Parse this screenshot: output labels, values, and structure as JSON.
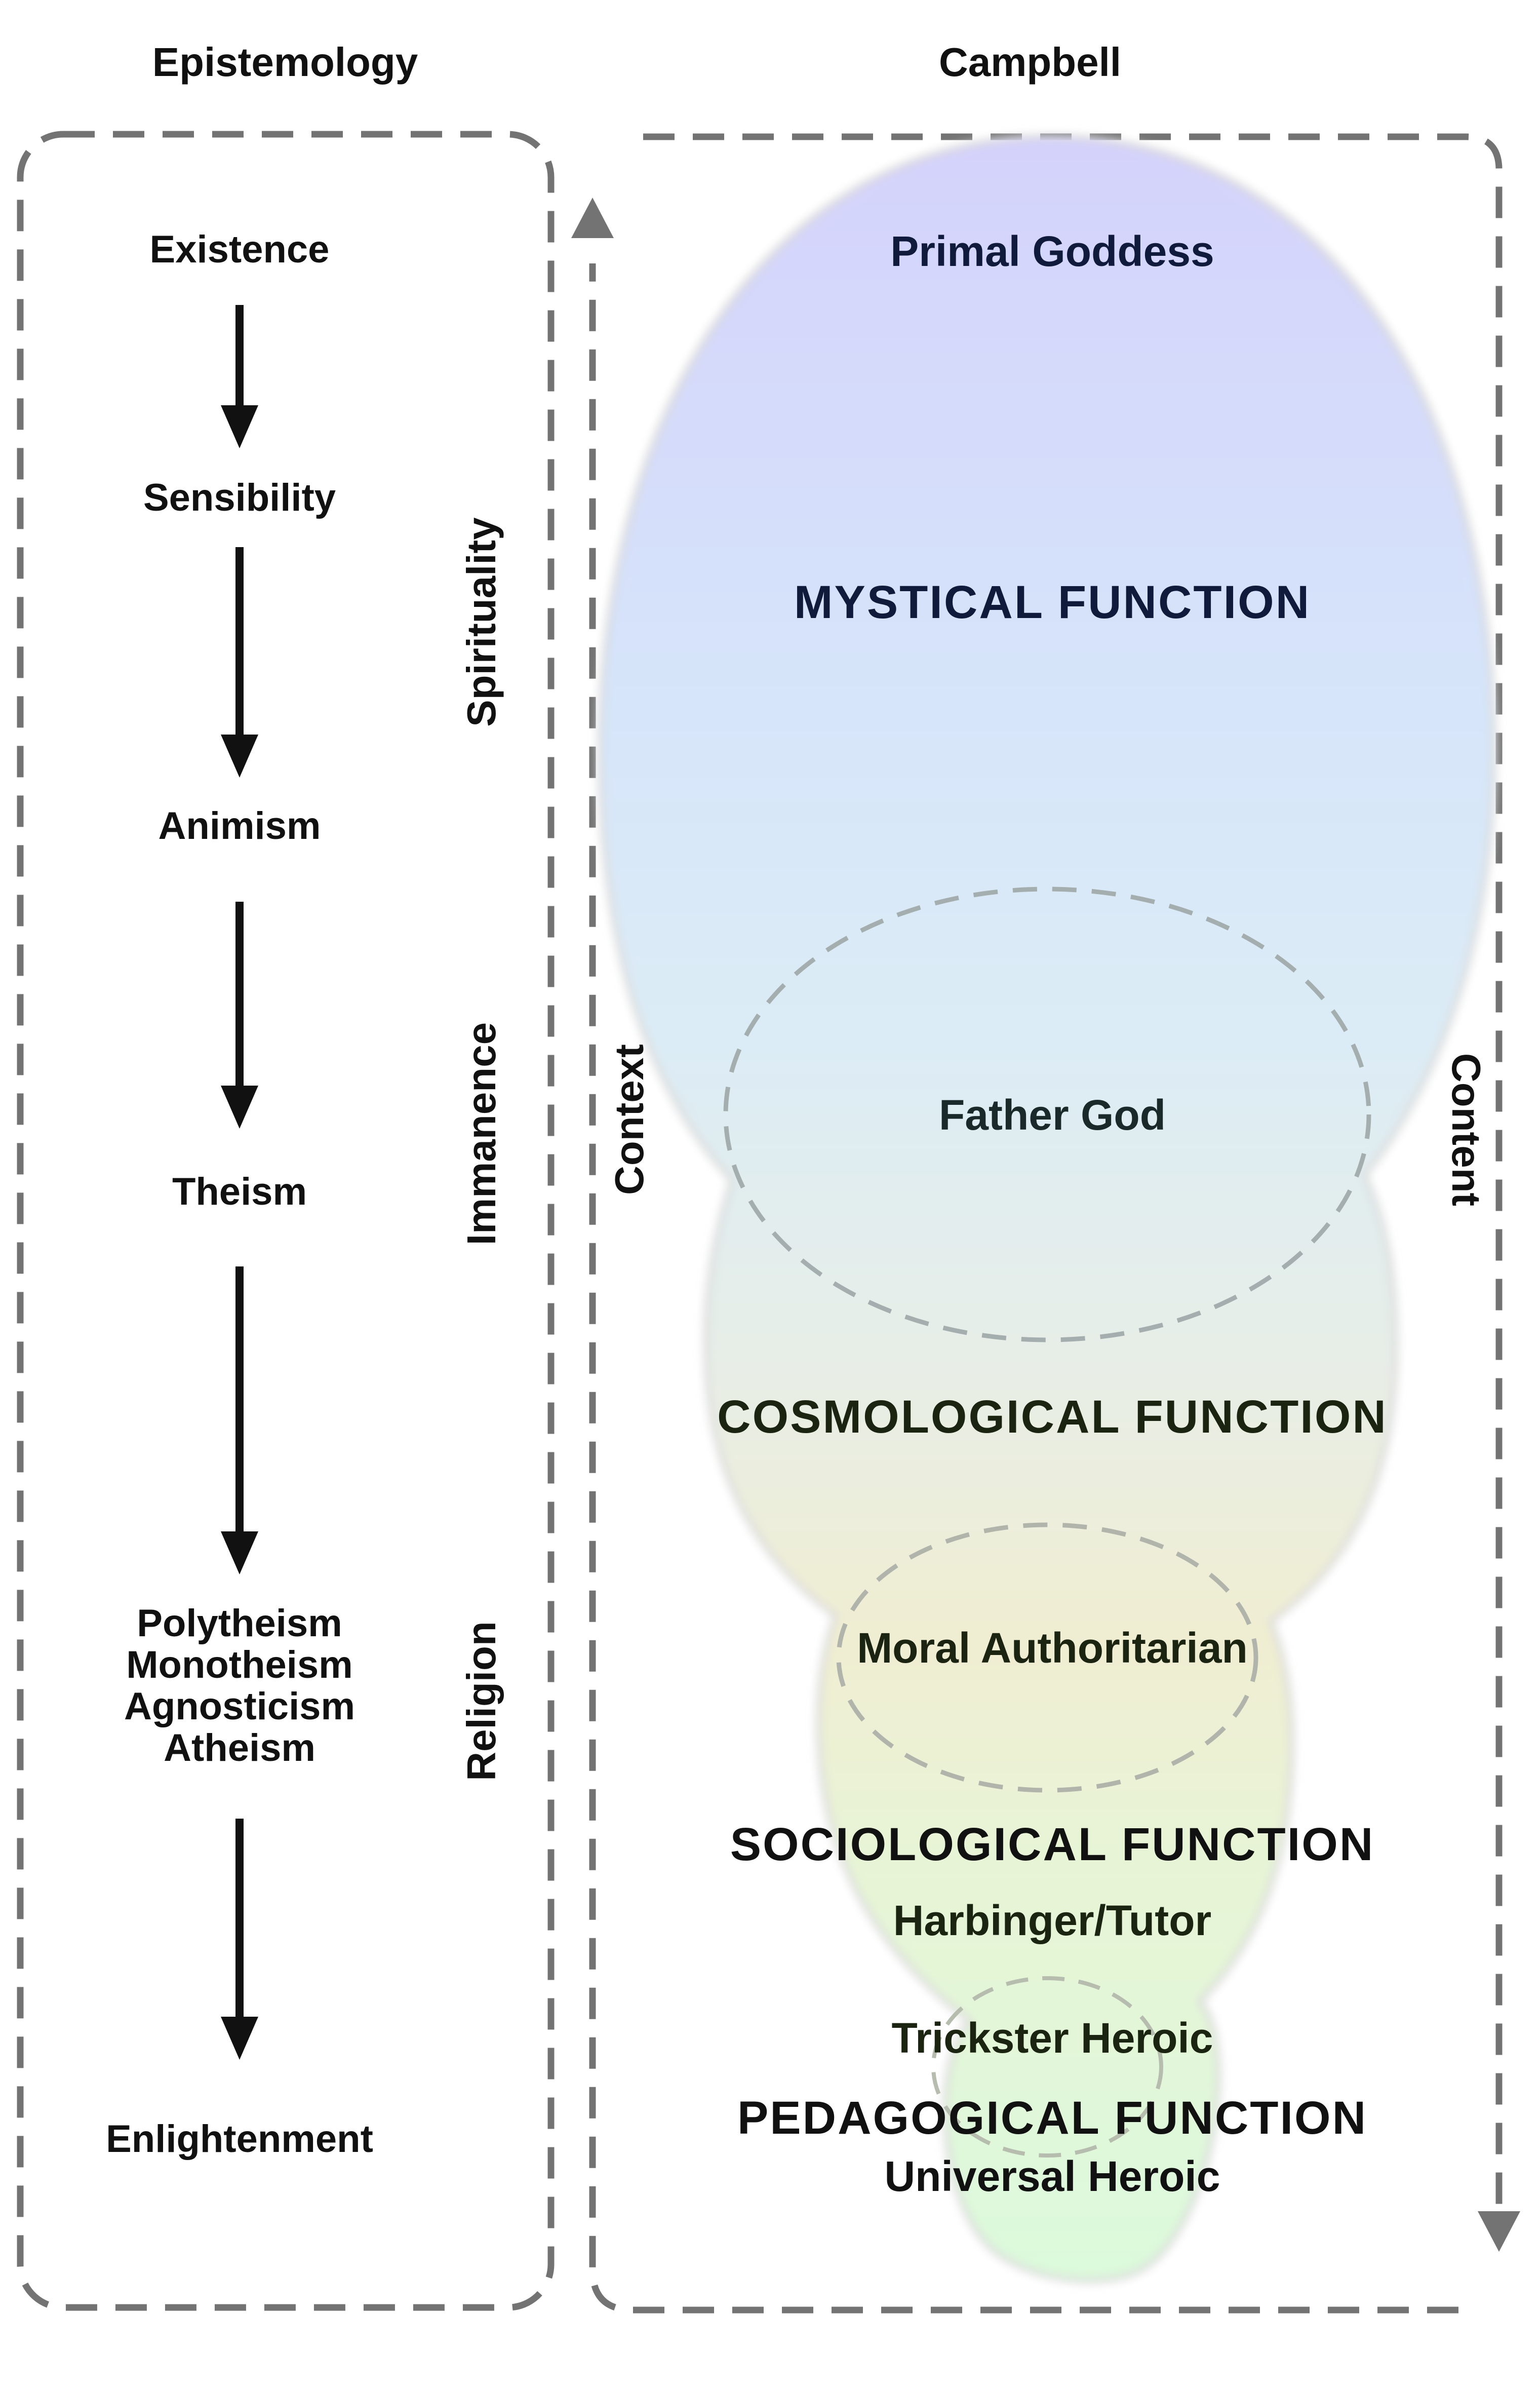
{
  "headers": {
    "left": "Epistemology",
    "right": "Campbell"
  },
  "epistemology": {
    "stages": [
      {
        "lines": [
          "Existence"
        ]
      },
      {
        "lines": [
          "Sensibility"
        ]
      },
      {
        "lines": [
          "Animism"
        ]
      },
      {
        "lines": [
          "Theism"
        ]
      },
      {
        "lines": [
          "Polytheism",
          "Monotheism",
          "Agnosticism",
          "Atheism"
        ]
      },
      {
        "lines": [
          "Enlightenment"
        ]
      }
    ],
    "side_labels": [
      "Spirituality",
      "Immanence",
      "Religion"
    ]
  },
  "campbell": {
    "left_axis": "Context",
    "right_axis": "Content",
    "archetypes": {
      "primal_goddess": "Primal Goddess",
      "father_god": "Father God",
      "moral_authoritarian": "Moral Authoritarian",
      "harbinger_tutor": "Harbinger/Tutor",
      "trickster_heroic": "Trickster Heroic",
      "universal_heroic": "Universal Heroic"
    },
    "functions": {
      "mystical": "MYSTICAL FUNCTION",
      "cosmological": "COSMOLOGICAL FUNCTION",
      "sociological": "SOCIOLOGICAL FUNCTION",
      "pedagogical": "PEDAGOGICAL FUNCTION"
    }
  },
  "colors": {
    "mystical_top": "#d6d4fb",
    "mystical_mid": "#d8ecf8",
    "cosmological": "#efedd4",
    "sociological": "#e6f5d6",
    "pedagogical": "#dcfadc",
    "dashed_border": "#737373",
    "arrow": "#111111"
  }
}
